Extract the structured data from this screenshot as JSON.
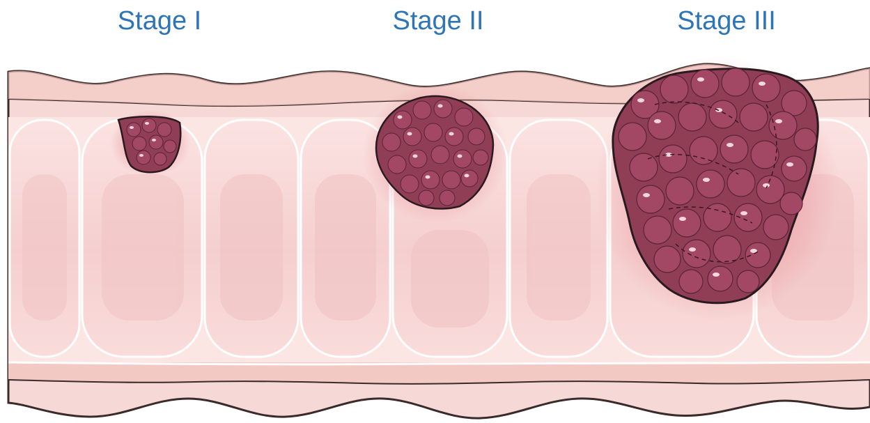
{
  "labels": {
    "stage_1": "Stage I",
    "stage_2": "Stage II",
    "stage_3": "Stage III"
  },
  "colors": {
    "label_text": "#2e75b6",
    "wall_outer": "#f6d9d6",
    "wall_inner": "#fbeae7",
    "crypt_fill": "#f7d3d3",
    "lumen_fill": "#fde9e8",
    "tumor_fill": "#8f3e56",
    "tumor_bump": "#a24865",
    "tumor_highlight": "#f3d6de",
    "inflammation": "#e8838d",
    "outline": "#3a2a2a"
  },
  "icons": {
    "tumor": "polyp-icon",
    "tissue": "colon-wall-icon"
  }
}
